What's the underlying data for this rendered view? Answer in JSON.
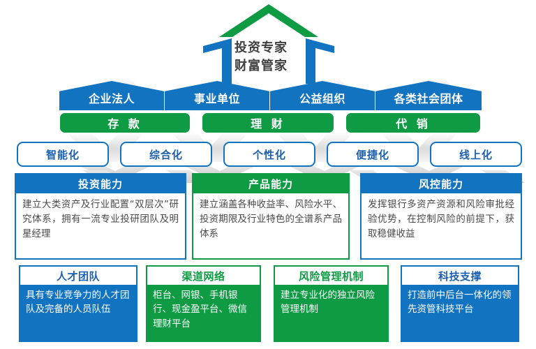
{
  "colors": {
    "blue": "#1273c1",
    "blue_text": "#1a5fb0",
    "green": "#0e9b44",
    "roof_text": "#3f3f3f",
    "body_text": "#4a4a4a",
    "pattern_gray": "#d8d8d8"
  },
  "roof": {
    "title_line1": "投资专家",
    "title_line2": "财富管家"
  },
  "clients": [
    {
      "label": "企业法人"
    },
    {
      "label": "事业单位"
    },
    {
      "label": "公益组织"
    },
    {
      "label": "各类社会团体"
    }
  ],
  "businesses": [
    {
      "label": "存 款"
    },
    {
      "label": "理 财"
    },
    {
      "label": "代 销"
    }
  ],
  "attributes": [
    {
      "label": "智能化"
    },
    {
      "label": "综合化"
    },
    {
      "label": "个性化"
    },
    {
      "label": "便捷化"
    },
    {
      "label": "线上化"
    }
  ],
  "capabilities": [
    {
      "title": "投资能力",
      "body": "建立大类资产及行业配置“双层次”研究体系，拥有一流专业投研团队及明星经理",
      "color": "blue"
    },
    {
      "title": "产品能力",
      "body": "建立涵盖各种收益率、风险水平、投资期限及行业特色的全谱系产品体系",
      "color": "green"
    },
    {
      "title": "风控能力",
      "body": "发挥银行多资产资源和风险审批经验优势，在控制风险的前提下，获取稳健收益",
      "color": "blue"
    }
  ],
  "foundations": [
    {
      "title": "人才团队",
      "body": "具有专业竞争力的人才团队及完备的人员队伍",
      "color": "blue"
    },
    {
      "title": "渠道网络",
      "body": "柜台、网银、手机银行、现金盈平台、微信理财平台",
      "color": "green"
    },
    {
      "title": "风险管理机制",
      "body": "建立专业化的独立风险管理机制",
      "color": "green"
    },
    {
      "title": "科技支撑",
      "body": "打造前中后台一体化的领先资管科技平台",
      "color": "blue"
    }
  ]
}
